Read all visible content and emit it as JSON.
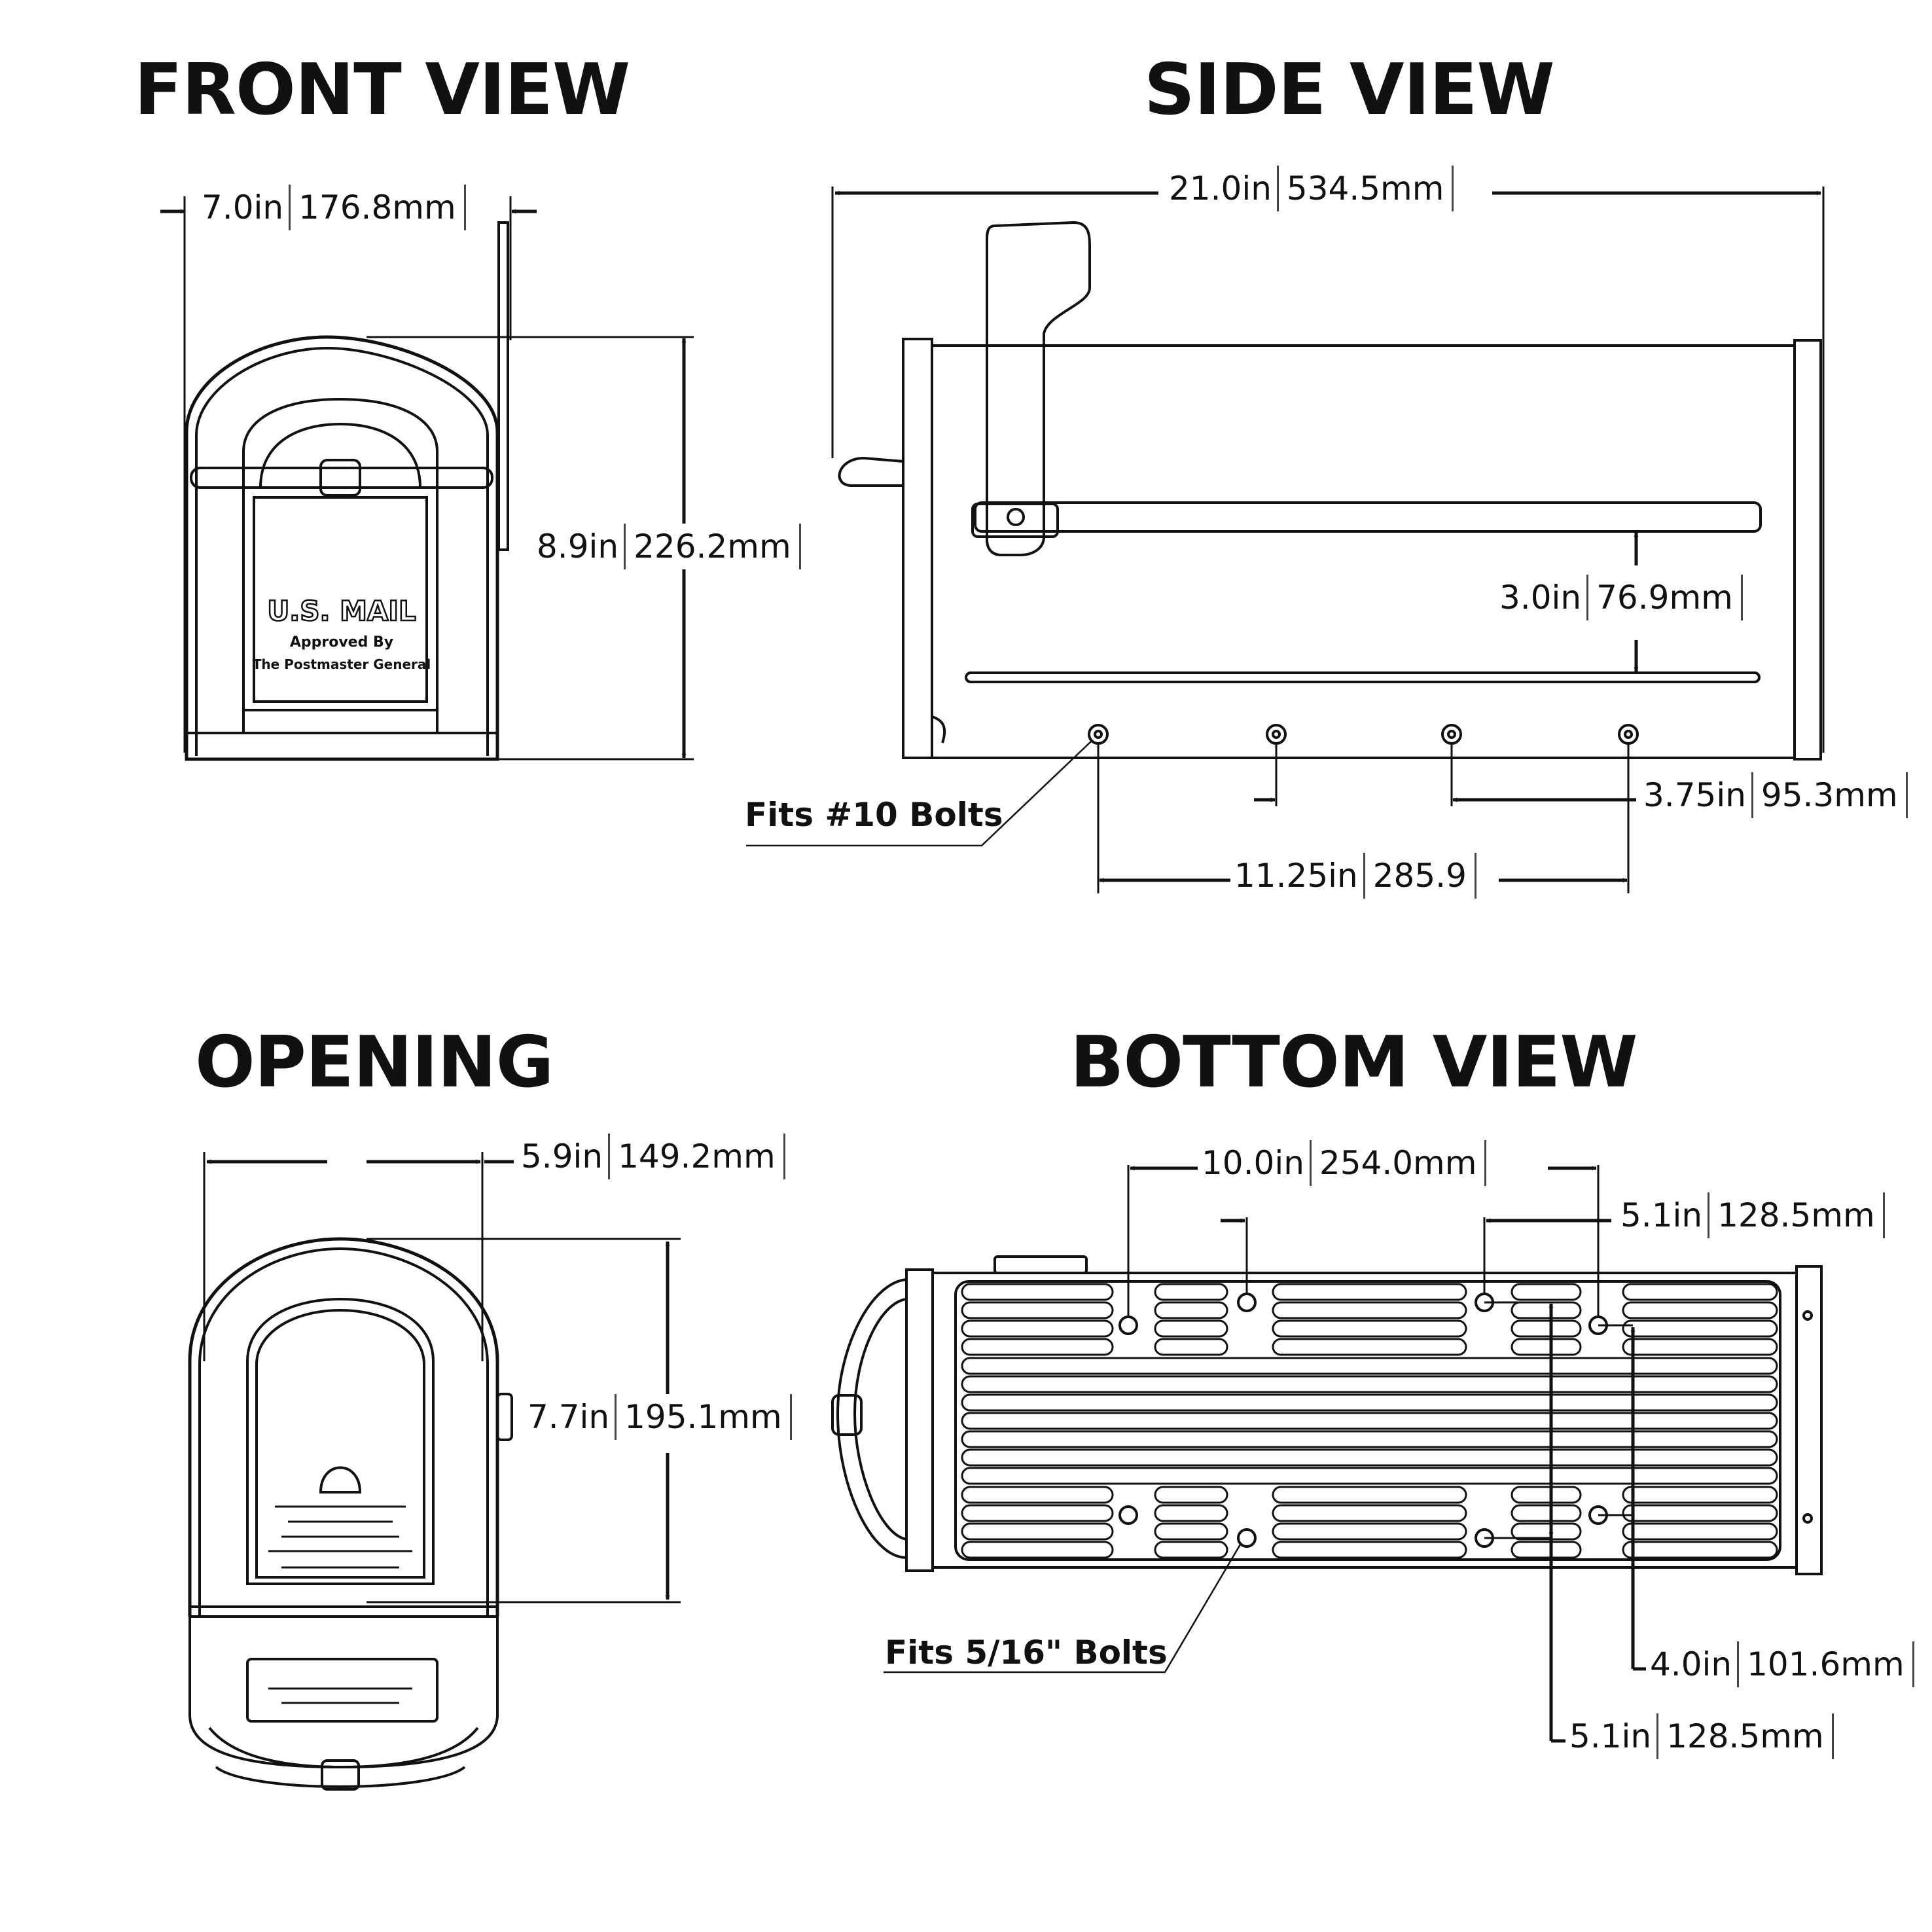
{
  "views": {
    "front": {
      "title": "FRONT VIEW"
    },
    "side": {
      "title": "SIDE VIEW"
    },
    "opening": {
      "title": "OPENING"
    },
    "bottom": {
      "title": "BOTTOM VIEW"
    }
  },
  "dimensions": {
    "front_width": {
      "in": "7.0in",
      "mm": "176.8mm"
    },
    "front_height": {
      "in": "8.9in",
      "mm": "226.2mm"
    },
    "side_length": {
      "in": "21.0in",
      "mm": "534.5mm"
    },
    "side_flag_gap": {
      "in": "3.0in",
      "mm": "76.9mm"
    },
    "side_hole_spacing": {
      "in": "3.75in",
      "mm": "95.3mm"
    },
    "side_outer_holes": {
      "in": "11.25in",
      "mm": "285.9"
    },
    "opening_width": {
      "in": "5.9in",
      "mm": "149.2mm"
    },
    "opening_height": {
      "in": "7.7in",
      "mm": "195.1mm"
    },
    "bottom_spacing_long": {
      "in": "10.0in",
      "mm": "254.0mm"
    },
    "bottom_spacing_short": {
      "in": "5.1in",
      "mm": "128.5mm"
    },
    "bottom_width_inner": {
      "in": "4.0in",
      "mm": "101.6mm"
    },
    "bottom_width_outer": {
      "in": "5.1in",
      "mm": "128.5mm"
    }
  },
  "notes": {
    "side_bolts": "Fits #10 Bolts",
    "bottom_bolts": "Fits 5/16\" Bolts"
  },
  "plate": {
    "line1": "U.S. MAIL",
    "line2": "Approved By",
    "line3": "The Postmaster General"
  }
}
